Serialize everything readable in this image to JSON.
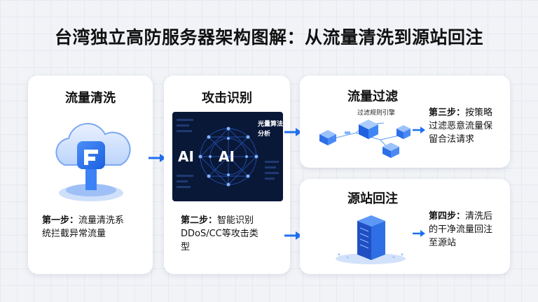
{
  "title": "台湾独立高防服务器架构图解：从流量清洗到源站回注",
  "cards": {
    "clean": {
      "title": "流量清洗",
      "step": "第一步：",
      "desc1": "流量清洗系",
      "desc2": "统拦截异常流量"
    },
    "detect": {
      "title": "攻击识别",
      "step": "第二步：",
      "desc1": "智能识别",
      "desc2": "DDoS/CC等攻击类",
      "desc3": "型",
      "ai_left": "AI",
      "ai_center": "AI",
      "panel_text1": "光量算法",
      "panel_text2": "分析"
    },
    "filter": {
      "title": "流量过滤",
      "step": "第三步：",
      "desc1": "按策略",
      "desc2": "过滤恶意流量保",
      "desc3": "留合法请求",
      "engine_label": "过滤规则引擎"
    },
    "origin": {
      "title": "源站回注",
      "step": "第四步：",
      "desc1": "清洗后",
      "desc2": "的干净流量回注",
      "desc3": "至源站"
    }
  },
  "colors": {
    "accent": "#1f6ff0",
    "dark_panel": "#0a1838",
    "icon_blue": "#2d7cf6"
  },
  "icons": [
    "cloud-shield-icon",
    "ai-network-icon",
    "server-cubes-icon",
    "server-icon",
    "arrow-right-icon"
  ]
}
